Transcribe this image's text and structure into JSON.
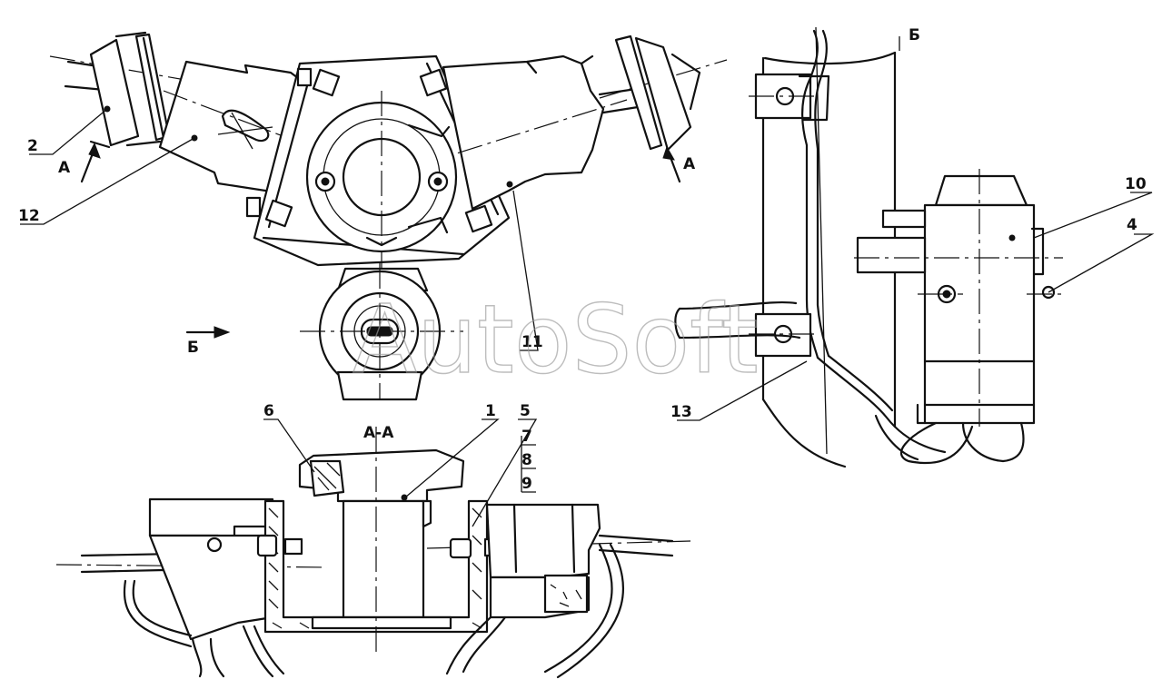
{
  "watermark": "AutoSoft",
  "section_label": "А-А",
  "view_labels": {
    "arrow_a_left": "А",
    "arrow_a_right": "А",
    "view_b_label": "Б",
    "view_b_arrow": "Б"
  },
  "callouts": {
    "c1": "1",
    "c2": "2",
    "c4": "4",
    "c5": "5",
    "c6": "6",
    "c7": "7",
    "c8": "8",
    "c9": "9",
    "c10": "10",
    "c11": "11",
    "c12": "12",
    "c13": "13"
  }
}
